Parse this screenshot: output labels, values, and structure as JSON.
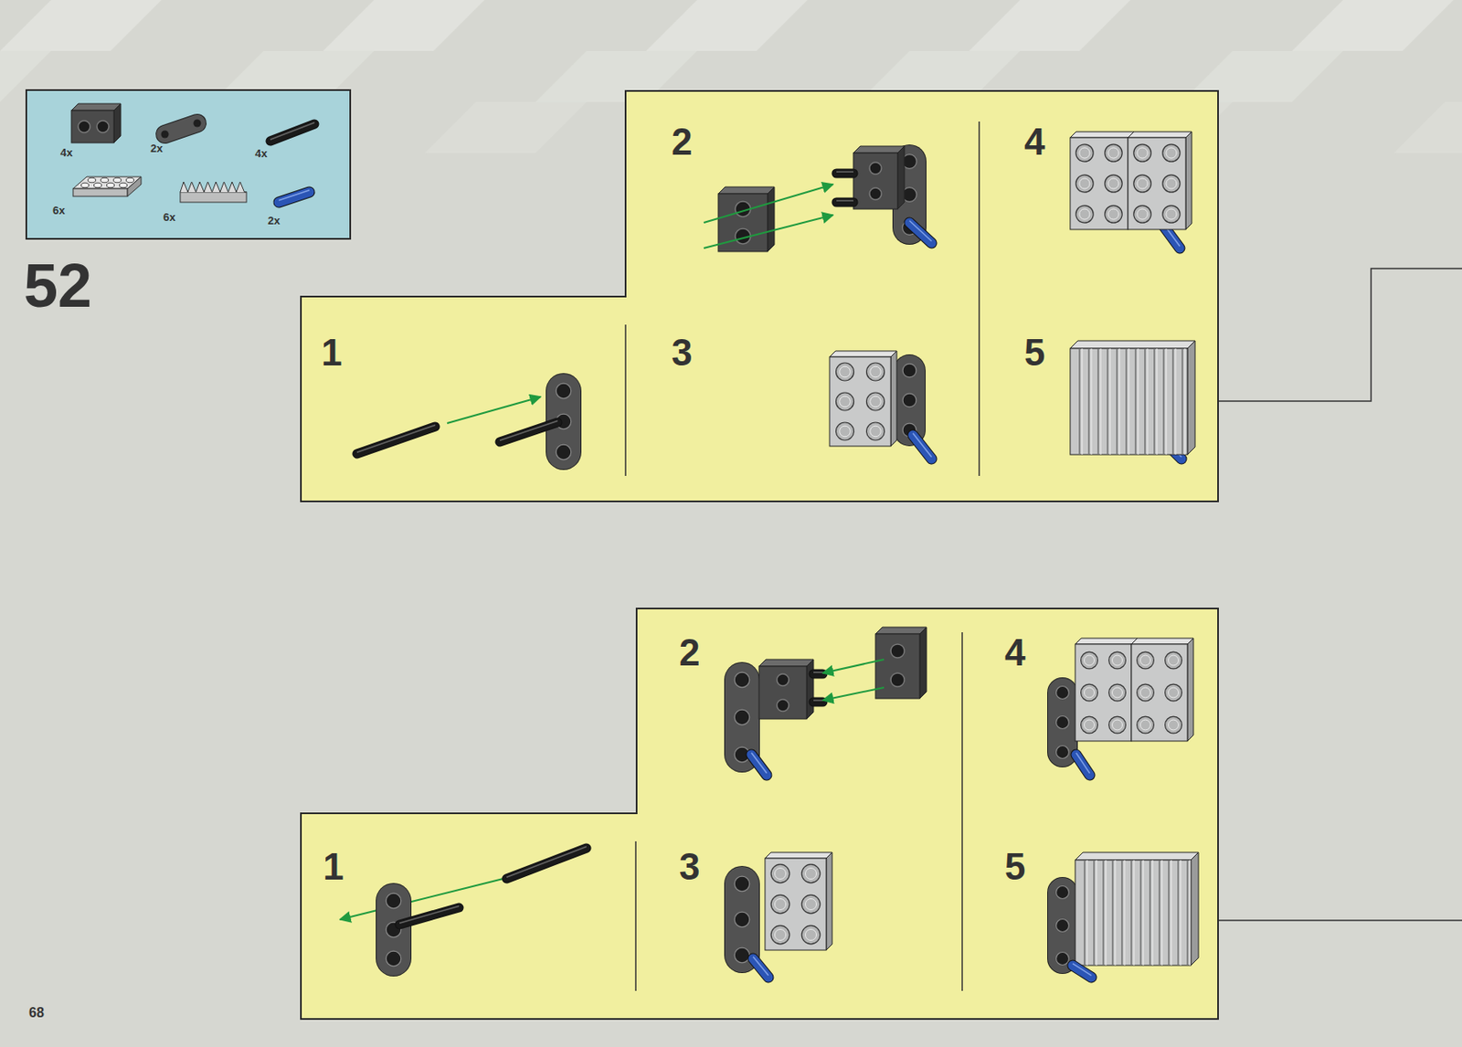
{
  "diagram": {
    "nodes": [
      {
        "text": [
          "4x",
          "2x",
          "4x",
          "6x",
          "6x",
          "2x"
        ]
      },
      {
        "text": [
          "1",
          "2",
          "3",
          "4",
          "5"
        ]
      },
      {
        "text": [
          "1",
          "2",
          "3",
          "4",
          "5"
        ]
      }
    ],
    "labels": [
      "52",
      "68"
    ]
  }
}
